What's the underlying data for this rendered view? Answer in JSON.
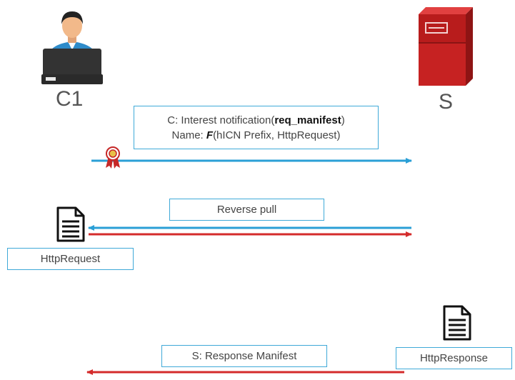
{
  "nodes": {
    "client_label": "C1",
    "server_label": "S"
  },
  "messages": {
    "interest": {
      "line1_prefix": "C: Interest notification(",
      "line1_bold": "req_manifest",
      "line1_suffix": ")",
      "line2_prefix": "Name: ",
      "line2_italic": "F",
      "line2_suffix": "(hICN Prefix, HttpRequest)"
    },
    "reverse_pull": "Reverse pull",
    "http_request": "HttpRequest",
    "response_manifest": "S: Response Manifest",
    "http_response": "HttpResponse"
  },
  "colors": {
    "blue_arrow": "#2a9fd6",
    "red_arrow": "#d42b2b",
    "box_border": "#3fa9d8"
  }
}
